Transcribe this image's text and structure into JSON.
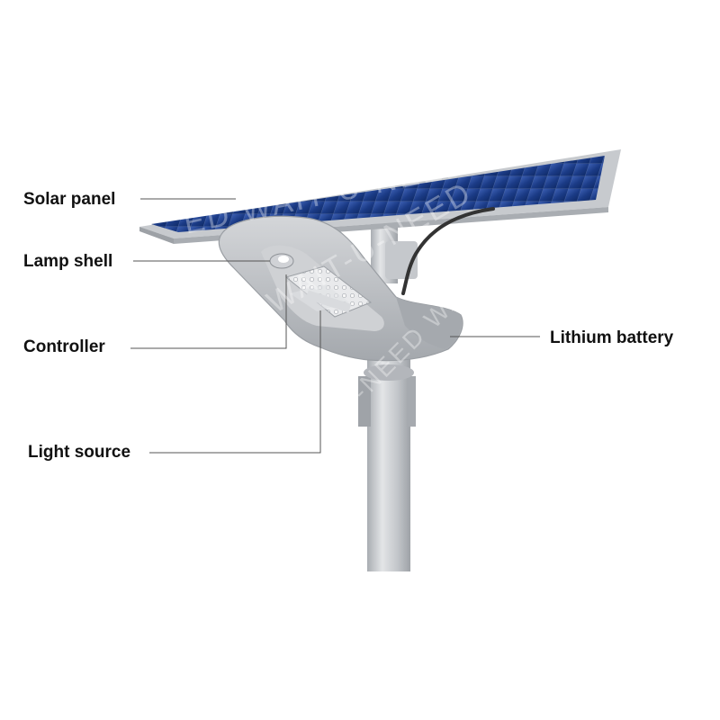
{
  "labels": {
    "solar_panel": "Solar panel",
    "lamp_shell": "Lamp shell",
    "controller": "Controller",
    "light_source": "Light source",
    "lithium_battery": "Lithium battery"
  },
  "watermark": {
    "line1": "ED WAIT-U-NEED",
    "line2": "WAIT-U-NEED",
    "line3": "U-NEED WAIT-U"
  },
  "colors": {
    "panel_cell": "#1f3f8c",
    "panel_frame": "#c4c7cc",
    "lamp_body": "#b9bcc1",
    "pole": "#c8cbcf",
    "leader_line": "#555555",
    "text": "#111111"
  }
}
